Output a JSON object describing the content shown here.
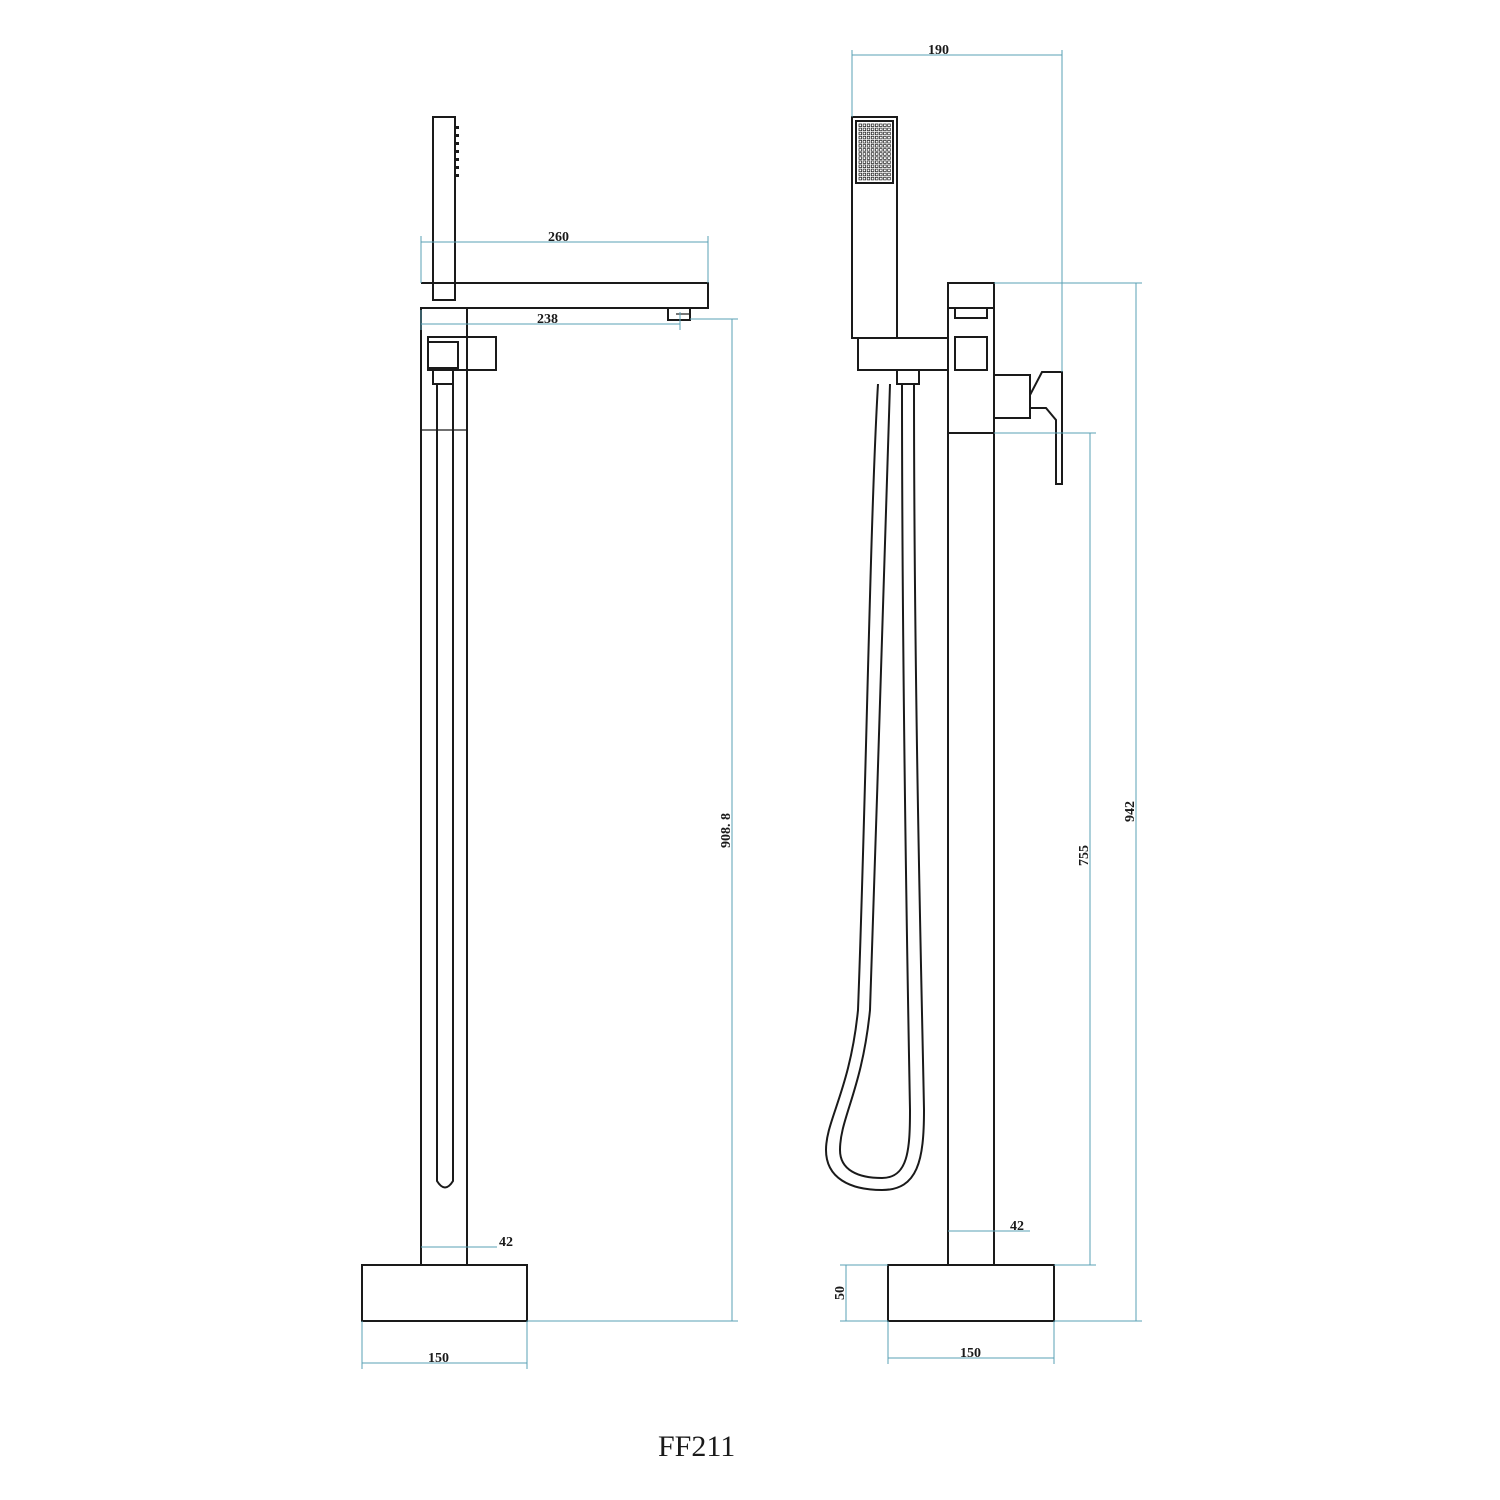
{
  "model": "FF211",
  "colors": {
    "line": "#1a1a1a",
    "dimension": "#5aa0b4",
    "background": "#ffffff"
  },
  "side_view": {
    "spout_length": "260",
    "spout_reach": "238",
    "spout_height": "908. 8",
    "column_width": "42",
    "base_width": "150"
  },
  "front_view": {
    "overall_width": "190",
    "overall_height": "942",
    "handle_height": "755",
    "column_width": "42",
    "base_height": "50",
    "base_width": "150"
  }
}
